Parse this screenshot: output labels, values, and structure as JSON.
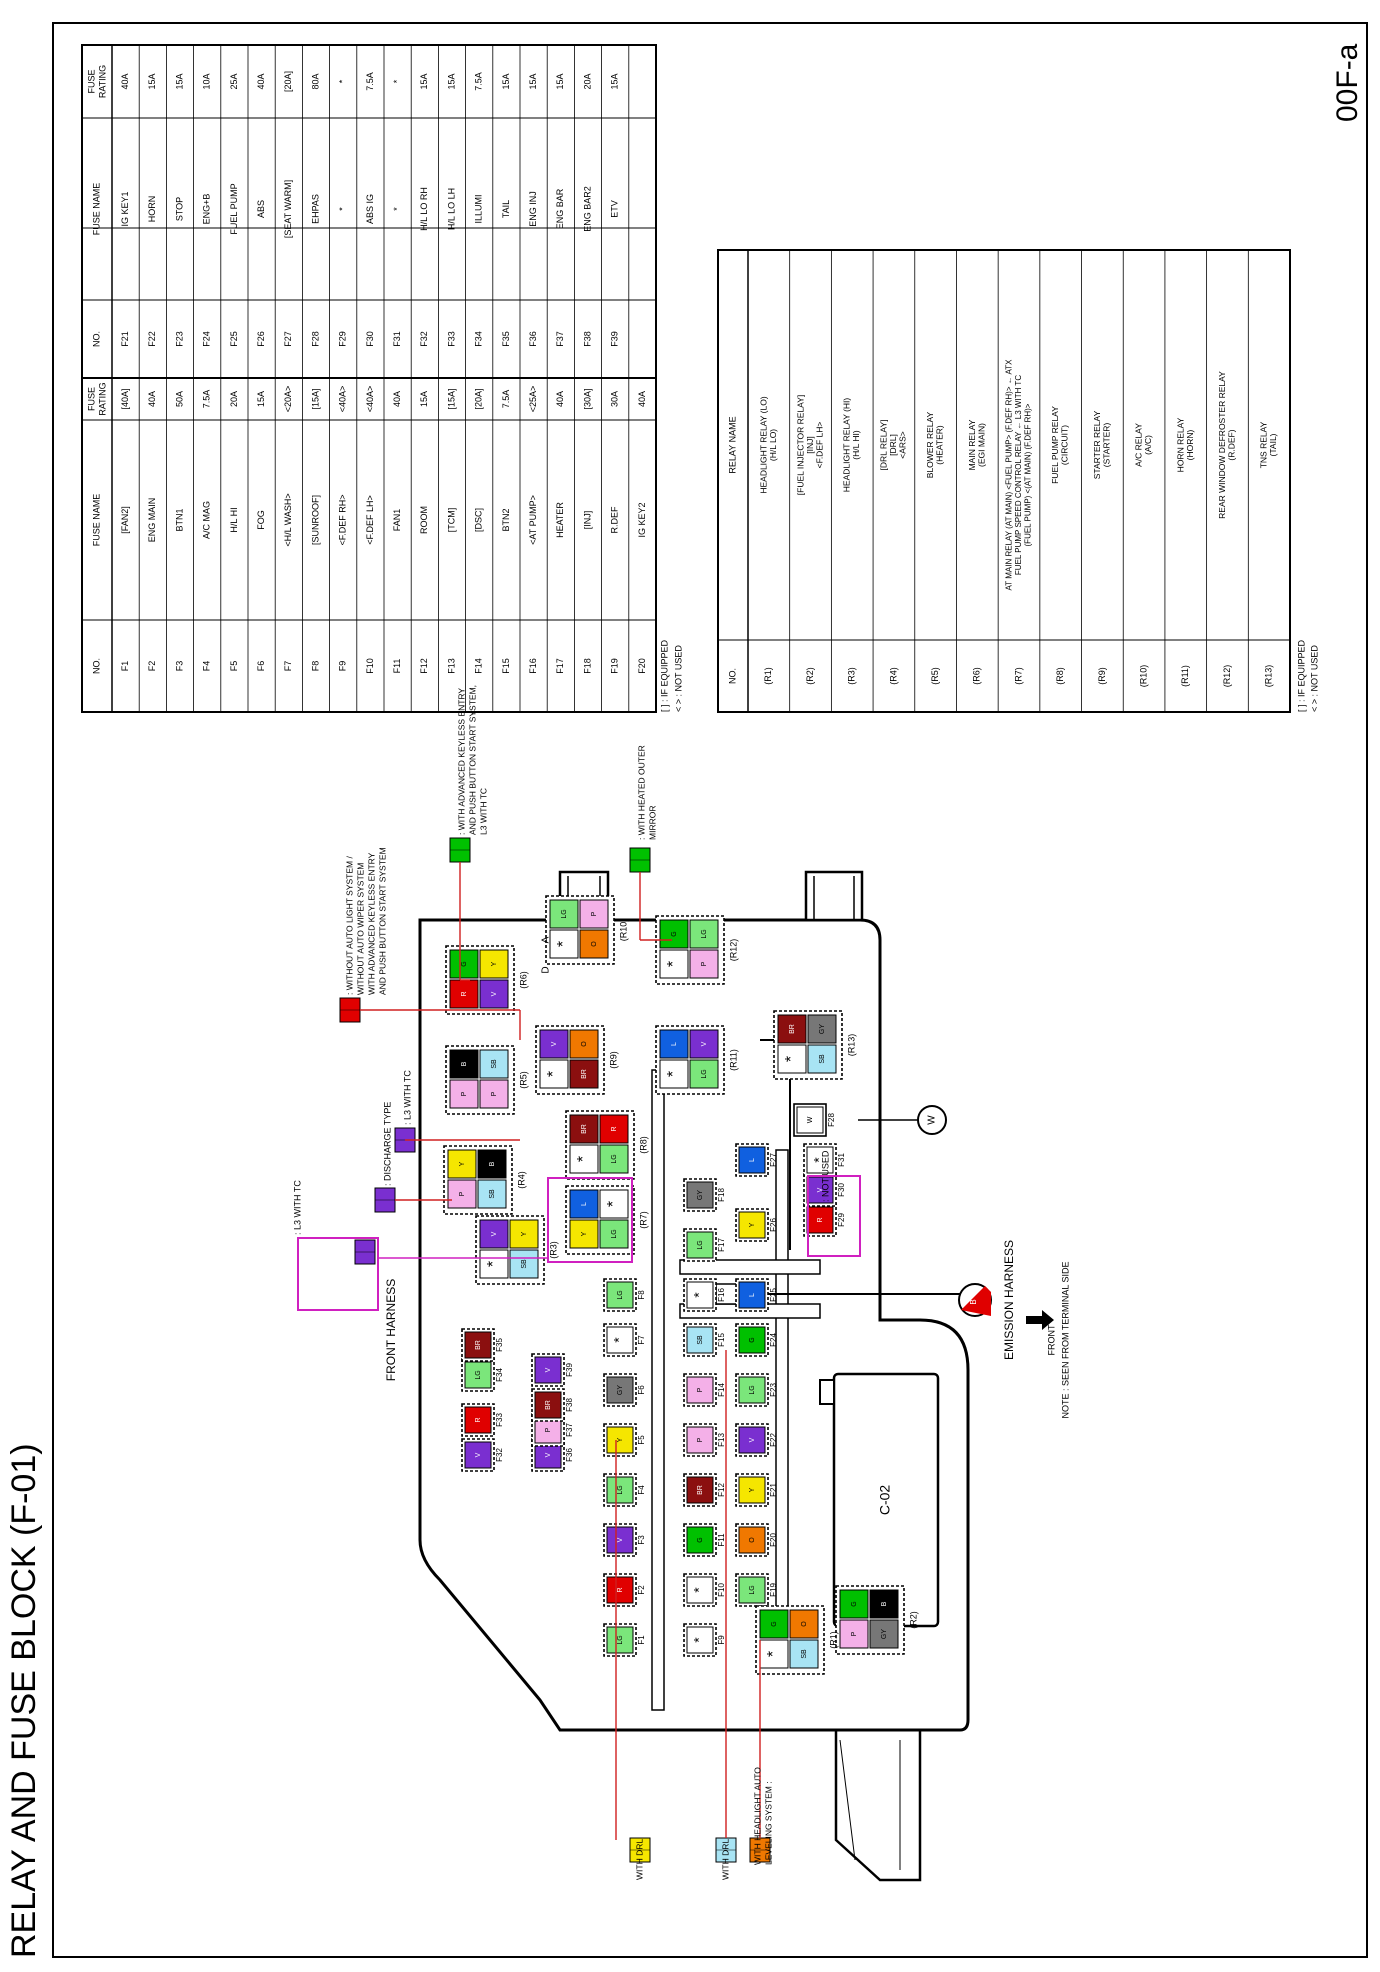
{
  "title": "RELAY AND FUSE BLOCK (F-01)",
  "page_id": "00F-a",
  "fuse_table": {
    "headers": [
      "NO.",
      "FUSE NAME",
      "FUSE RATING",
      "NO.",
      "FUSE NAME",
      "FUSE RATING"
    ],
    "left": [
      [
        "F1",
        "[FAN2]",
        "[40A]"
      ],
      [
        "F2",
        "ENG MAIN",
        "40A"
      ],
      [
        "F3",
        "BTN1",
        "50A"
      ],
      [
        "F4",
        "A/C MAG",
        "7.5A"
      ],
      [
        "F5",
        "H/L HI",
        "20A"
      ],
      [
        "F6",
        "FOG",
        "15A"
      ],
      [
        "F7",
        "<H/L WASH>",
        "<20A>"
      ],
      [
        "F8",
        "[SUNROOF]",
        "[15A]"
      ],
      [
        "F9",
        "<F.DEF RH>",
        "<40A>"
      ],
      [
        "F10",
        "<F.DEF LH>",
        "<40A>"
      ],
      [
        "F11",
        "FAN1",
        "40A"
      ],
      [
        "F12",
        "ROOM",
        "15A"
      ],
      [
        "F13",
        "[TCM]",
        "[15A]"
      ],
      [
        "F14",
        "[DSC]",
        "[20A]"
      ],
      [
        "F15",
        "BTN2",
        "7.5A"
      ],
      [
        "F16",
        "<AT PUMP>",
        "<25A>"
      ],
      [
        "F17",
        "HEATER",
        "40A"
      ],
      [
        "F18",
        "[INJ]",
        "[30A]"
      ],
      [
        "F19",
        "R.DEF",
        "30A"
      ],
      [
        "F20",
        "IG KEY2",
        "40A"
      ]
    ],
    "right": [
      [
        "F21",
        "IG KEY1",
        "40A"
      ],
      [
        "F22",
        "HORN",
        "15A"
      ],
      [
        "F23",
        "STOP",
        "15A"
      ],
      [
        "F24",
        "ENG+B",
        "10A"
      ],
      [
        "F25",
        "FUEL PUMP",
        "25A"
      ],
      [
        "F26",
        "ABS",
        "40A"
      ],
      [
        "F27",
        "[SEAT WARM]",
        "[20A]"
      ],
      [
        "F28",
        "EHPAS",
        "80A"
      ],
      [
        "F29",
        "*",
        "*"
      ],
      [
        "F30",
        "ABS IG",
        "7.5A"
      ],
      [
        "F31",
        "*",
        "*"
      ],
      [
        "F32",
        "H/L LO RH",
        "15A"
      ],
      [
        "F33",
        "H/L LO LH",
        "15A"
      ],
      [
        "F34",
        "ILLUMI",
        "7.5A"
      ],
      [
        "F35",
        "TAIL",
        "15A"
      ],
      [
        "F36",
        "ENG INJ",
        "15A"
      ],
      [
        "F37",
        "ENG BAR",
        "15A"
      ],
      [
        "F38",
        "ENG BAR2",
        "20A"
      ],
      [
        "F39",
        "ETV",
        "15A"
      ],
      [
        "",
        "",
        " "
      ]
    ],
    "notes": [
      "[ ] : IF EQUIPPED",
      "< > : NOT USED"
    ]
  },
  "relay_table": {
    "headers": [
      "NO.",
      "RELAY NAME"
    ],
    "rows": [
      [
        "(R1)",
        [
          "HEADLIGHT RELAY (LO)",
          "(H/L LO)"
        ]
      ],
      [
        "(R2)",
        [
          "[FUEL INJECTOR RELAY]",
          "[INJ]",
          "<F.DEF LH>"
        ]
      ],
      [
        "(R3)",
        [
          "HEADLIGHT RELAY (HI)",
          "(H/L HI)"
        ]
      ],
      [
        "(R4)",
        [
          "[DRL RELAY]",
          "[DRL]",
          "<ARS>"
        ]
      ],
      [
        "(R5)",
        [
          "BLOWER RELAY",
          "(HEATER)"
        ]
      ],
      [
        "(R6)",
        [
          "MAIN RELAY",
          "(EGI MAIN)"
        ]
      ],
      [
        "(R7)",
        [
          "AT MAIN RELAY (AT MAIN) <FUEL PUMP> (F.DEF RH)> ← ATX",
          "FUEL PUMP SPEED CONTROL RELAY ← L3 WITH TC",
          "(FUEL PUMP) <(AT MAIN) (F.DEF RH)>"
        ]
      ],
      [
        "(R8)",
        [
          "FUEL PUMP RELAY",
          "(CIRCUIT)"
        ]
      ],
      [
        "(R9)",
        [
          "STARTER RELAY",
          "(STARTER)"
        ]
      ],
      [
        "(R10)",
        [
          "A/C RELAY",
          "(A/C)"
        ]
      ],
      [
        "(R11)",
        [
          "HORN RELAY",
          "(HORN)"
        ]
      ],
      [
        "(R12)",
        [
          "REAR WINDOW DEFROSTER RELAY",
          "(R.DEF)"
        ]
      ],
      [
        "(R13)",
        [
          "TNS RELAY",
          "(TAIL)"
        ]
      ]
    ],
    "notes": [
      "[ ] : IF EQUIPPED",
      "< > : NOT USED"
    ]
  },
  "diagram": {
    "front_harness": "FRONT HARNESS",
    "emission_harness": "EMISSION HARNESS",
    "front": "FRONT",
    "note": "NOTE : SEEN FROM TERMINAL SIDE",
    "connector": "C-02",
    "not_used": ": NOT USED",
    "callout_l3tc_1": ": L3 WITH TC",
    "callout_l3tc_2": ": L3 WITH TC",
    "callout_discharge": ": DISCHARGE TYPE",
    "callout_auto_light": [
      ": WITHOUT AUTO LIGHT SYSTEM /",
      "WITHOUT AUTO WIPER SYSTEM",
      "WITH ADVANCED KEYLESS ENTRY",
      "AND PUSH BUTTON START SYSTEM"
    ],
    "callout_keyless": [
      ": WITH ADVANCED KEYLESS ENTRY",
      "AND PUSH BUTTON START SYSTEM,",
      "L3 WITH TC"
    ],
    "callout_heated": [
      ": WITH HEATED OUTER",
      "MIRROR"
    ],
    "callout_drl1": "WITH DRL",
    "callout_drl2": "WITH DRL",
    "callout_leveling": [
      "WITH HEADLIGHT AUTO",
      "LEVELING SYSTEM :"
    ],
    "b_label": "B",
    "w_label": "W",
    "d_label": "D",
    "a_label": "A",
    "colors": {
      "LG": "#7be67b",
      "G": "#00c000",
      "R": "#e00000",
      "V": "#7a2fd0",
      "Y": "#f5e600",
      "O": "#f07800",
      "P": "#f4b0e8",
      "SB": "#a8e4f4",
      "L": "#1060e0",
      "B": "#000000",
      "BR": "#8b0f0f",
      "GY": "#777777",
      "W": "#ffffff"
    },
    "fuses": [
      {
        "id": "F1",
        "c": "LG"
      },
      {
        "id": "F2",
        "c": "R"
      },
      {
        "id": "F3",
        "c": "V"
      },
      {
        "id": "F4",
        "c": "LG"
      },
      {
        "id": "F5",
        "c": "Y"
      },
      {
        "id": "F6",
        "c": "GY"
      },
      {
        "id": "F7",
        "c": "*"
      },
      {
        "id": "F8",
        "c": "LG"
      },
      {
        "id": "F9",
        "c": "*"
      },
      {
        "id": "F10",
        "c": "*"
      },
      {
        "id": "F11",
        "c": "G"
      },
      {
        "id": "F12",
        "c": "BR"
      },
      {
        "id": "F13",
        "c": "P"
      },
      {
        "id": "F14",
        "c": "P"
      },
      {
        "id": "F15",
        "c": "SB"
      },
      {
        "id": "F16",
        "c": "*"
      },
      {
        "id": "F17",
        "c": "LG"
      },
      {
        "id": "F18",
        "c": "GY"
      },
      {
        "id": "F19",
        "c": "LG"
      },
      {
        "id": "F20",
        "c": "O"
      },
      {
        "id": "F21",
        "c": "Y"
      },
      {
        "id": "F22",
        "c": "V"
      },
      {
        "id": "F23",
        "c": "LG"
      },
      {
        "id": "F24",
        "c": "G"
      },
      {
        "id": "F25",
        "c": "L"
      },
      {
        "id": "F26",
        "c": "Y"
      },
      {
        "id": "F27",
        "c": "L"
      },
      {
        "id": "F28",
        "c": "W"
      },
      {
        "id": "F29",
        "c": "R"
      },
      {
        "id": "F30",
        "c": "V"
      },
      {
        "id": "F31",
        "c": "*"
      },
      {
        "id": "F32",
        "c": "V"
      },
      {
        "id": "F33",
        "c": "R"
      },
      {
        "id": "F34",
        "c": "LG"
      },
      {
        "id": "F35",
        "c": "BR"
      },
      {
        "id": "F36",
        "c": "V"
      },
      {
        "id": "F37",
        "c": "P"
      },
      {
        "id": "F38",
        "c": "BR"
      },
      {
        "id": "F39",
        "c": "V"
      }
    ],
    "relays": [
      "(R1)",
      "(R2)",
      "(R3)",
      "(R4)",
      "(R5)",
      "(R6)",
      "(R7)",
      "(R8)",
      "(R9)",
      "(R10)",
      "(R11)",
      "(R12)",
      "(R13)"
    ]
  }
}
